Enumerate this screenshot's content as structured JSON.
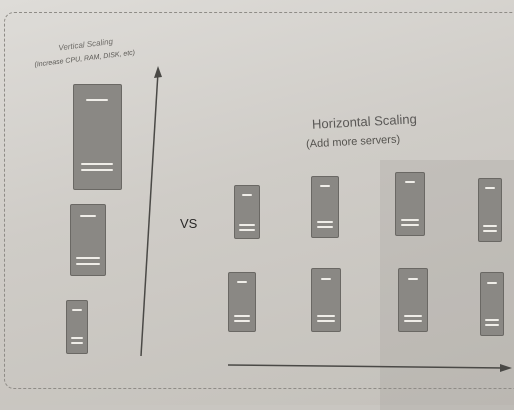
{
  "vertical": {
    "title": "Vertical Scaling",
    "subtitle": "(Increase CPU, RAM, DISK, etc)"
  },
  "horizontal": {
    "title": "Horizontal Scaling",
    "subtitle": "(Add more servers)"
  },
  "vs_label": "VS",
  "colors": {
    "paper": "#d6d3ce",
    "server_fill": "#8a8884",
    "slot_highlight": "#efede8",
    "axis": "#4a4946"
  }
}
